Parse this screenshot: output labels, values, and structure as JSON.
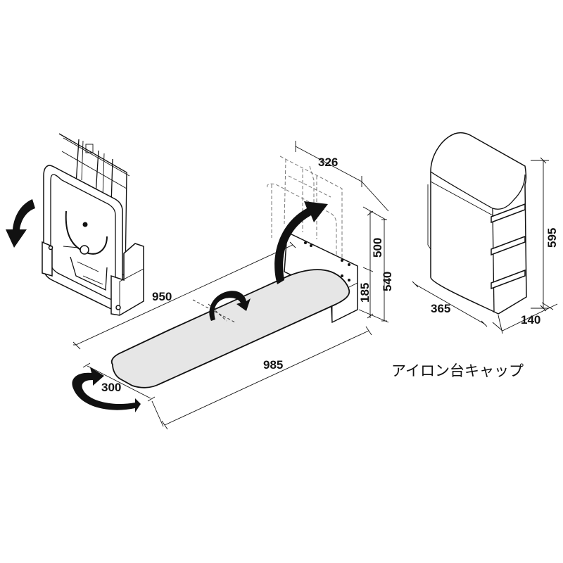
{
  "dimensions": {
    "board_length_950": "950",
    "overall_length_985": "985",
    "board_width_300": "300",
    "bracket_width_326": "326",
    "height_500": "500",
    "height_185": "185",
    "height_540": "540",
    "cap_height_595": "595",
    "cap_width_365": "365",
    "cap_depth_140": "140"
  },
  "caption": "アイロン台キャップ"
}
